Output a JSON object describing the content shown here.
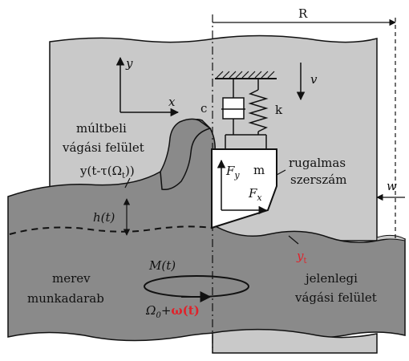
{
  "colors": {
    "workpiece": "#8a8a8a",
    "spindle_top": "#c9c9c9",
    "tool_body": "#ffffff",
    "outline": "#111111",
    "highlight": "#e0222a"
  },
  "labels": {
    "R": "R",
    "y_axis": "y",
    "x_axis": "x",
    "v": "v",
    "c": "c",
    "k": "k",
    "past_surface_l1": "múltbeli",
    "past_surface_l2": "vágási felület",
    "delay_term": "y(t-τ(Ω",
    "delay_sub": "t",
    "delay_close": "))",
    "Fy": "F",
    "Fy_sub": "y",
    "m": "m",
    "Fx": "F",
    "Fx_sub": "x",
    "tool_l1": "rugalmas",
    "tool_l2": "szerszám",
    "w": "w",
    "h": "h(t)",
    "yt": "y",
    "yt_sub": "t",
    "current_surface_l1": "jelenlegi",
    "current_surface_l2": "vágási felület",
    "rigid_l1": "merev",
    "rigid_l2": "munkadarab",
    "moment": "M(t)",
    "omega0": "Ω",
    "omega0_sub": "0",
    "plus": "+",
    "omega_t": "ω(t)"
  },
  "icons": {
    "spring": "spring-icon",
    "damper": "damper-icon",
    "ground_hatch": "ground-hatch-icon",
    "rotation": "rotation-arrow-icon"
  }
}
